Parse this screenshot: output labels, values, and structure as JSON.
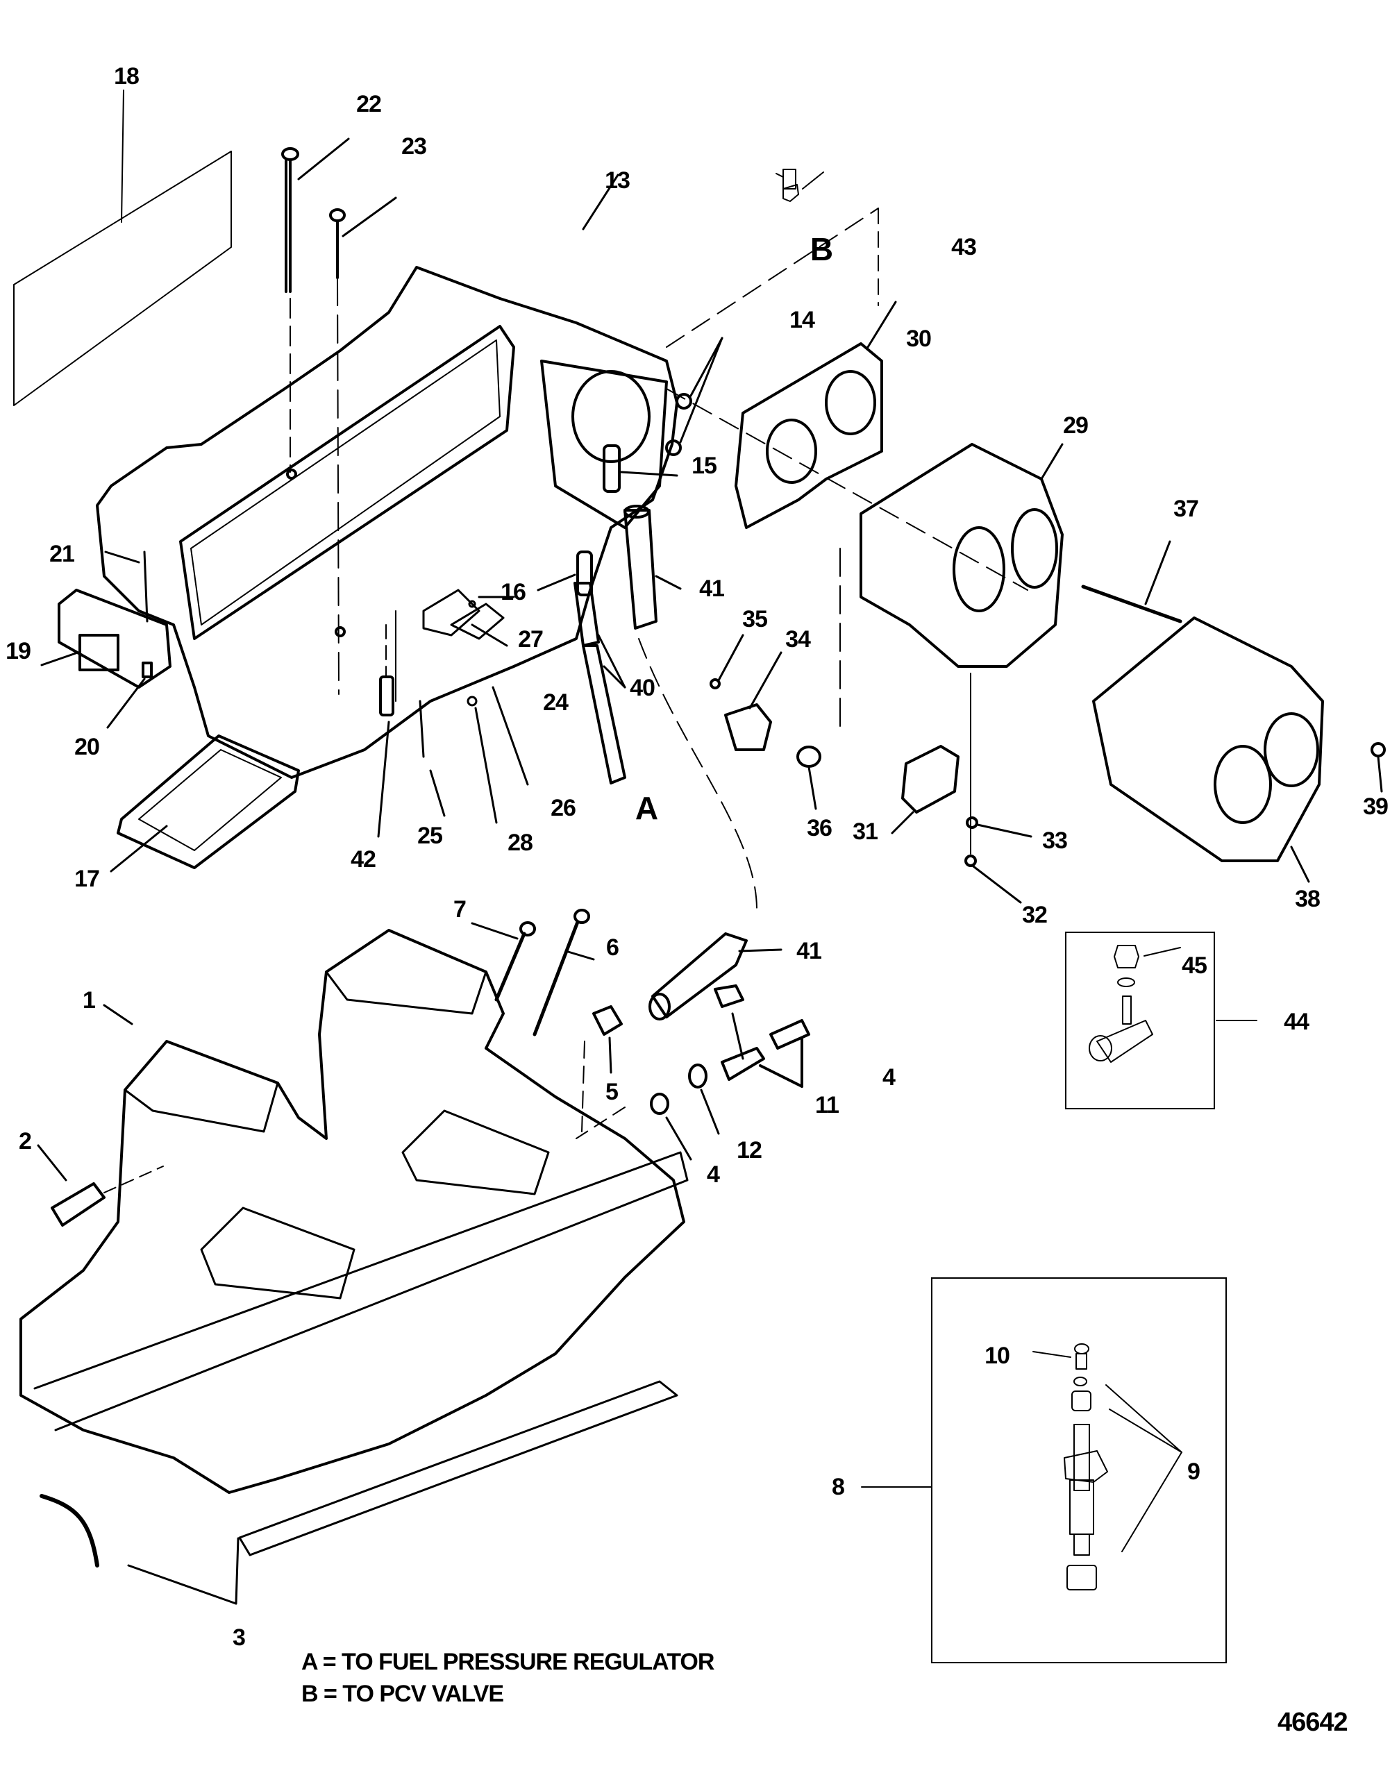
{
  "diagram": {
    "type": "exploded-parts-view",
    "subject": "Intake manifold / plenum, throttle body and fuel injector assembly",
    "figure_number": "46642",
    "callouts": [
      {
        "id": "c18",
        "label": "18",
        "part": "decal"
      },
      {
        "id": "c22",
        "label": "22",
        "part": "long-bolt"
      },
      {
        "id": "c23",
        "label": "23",
        "part": "stud-bolt"
      },
      {
        "id": "c13",
        "label": "13",
        "part": "plenum"
      },
      {
        "id": "c43",
        "label": "43",
        "part": "elbow-fitting"
      },
      {
        "id": "c14",
        "label": "14",
        "part": "plugs"
      },
      {
        "id": "c30",
        "label": "30",
        "part": "throttle-body-gasket"
      },
      {
        "id": "c29",
        "label": "29",
        "part": "throttle-body"
      },
      {
        "id": "c15",
        "label": "15",
        "part": "fitting"
      },
      {
        "id": "c37",
        "label": "37",
        "part": "stud"
      },
      {
        "id": "c21",
        "label": "21",
        "part": "screw"
      },
      {
        "id": "c16",
        "label": "16",
        "part": "fitting"
      },
      {
        "id": "c41a",
        "label": "41",
        "part": "hose"
      },
      {
        "id": "c27",
        "label": "27",
        "part": "screw"
      },
      {
        "id": "c35",
        "label": "35",
        "part": "screw"
      },
      {
        "id": "c34",
        "label": "34",
        "part": "idle-air-control-valve"
      },
      {
        "id": "c19",
        "label": "19",
        "part": "map-sensor"
      },
      {
        "id": "c24",
        "label": "24",
        "part": "bracket"
      },
      {
        "id": "c40",
        "label": "40",
        "part": "hoses"
      },
      {
        "id": "c20",
        "label": "20",
        "part": "spacer"
      },
      {
        "id": "c26",
        "label": "26",
        "part": "bracket"
      },
      {
        "id": "c25",
        "label": "25",
        "part": "bolt"
      },
      {
        "id": "c28",
        "label": "28",
        "part": "nut"
      },
      {
        "id": "c36",
        "label": "36",
        "part": "o-ring"
      },
      {
        "id": "c31",
        "label": "31",
        "part": "throttle-position-sensor"
      },
      {
        "id": "c33",
        "label": "33",
        "part": "washer"
      },
      {
        "id": "c38",
        "label": "38",
        "part": "flame-arrestor"
      },
      {
        "id": "c39",
        "label": "39",
        "part": "nut"
      },
      {
        "id": "c42",
        "label": "42",
        "part": "sensor"
      },
      {
        "id": "c17",
        "label": "17",
        "part": "plenum-gasket"
      },
      {
        "id": "c32",
        "label": "32",
        "part": "screw"
      },
      {
        "id": "c7",
        "label": "7",
        "part": "bolt"
      },
      {
        "id": "c6",
        "label": "6",
        "part": "stud"
      },
      {
        "id": "c41b",
        "label": "41",
        "part": "hose"
      },
      {
        "id": "c45",
        "label": "45",
        "part": "nut"
      },
      {
        "id": "c44",
        "label": "44",
        "part": "fitting-kit"
      },
      {
        "id": "c1",
        "label": "1",
        "part": "intake-manifold"
      },
      {
        "id": "c5",
        "label": "5",
        "part": "fitting"
      },
      {
        "id": "c4a",
        "label": "4",
        "part": "fitting"
      },
      {
        "id": "c11",
        "label": "11",
        "part": "hoses"
      },
      {
        "id": "c2",
        "label": "2",
        "part": "temperature-sender"
      },
      {
        "id": "c12",
        "label": "12",
        "part": "clamp"
      },
      {
        "id": "c4b",
        "label": "4",
        "part": "fitting"
      },
      {
        "id": "c10",
        "label": "10",
        "part": "filter"
      },
      {
        "id": "c9",
        "label": "9",
        "part": "o-rings"
      },
      {
        "id": "c8",
        "label": "8",
        "part": "fuel-injector"
      },
      {
        "id": "c3",
        "label": "3",
        "part": "manifold-gasket"
      }
    ],
    "connection_markers": [
      {
        "id": "A",
        "label": "A"
      },
      {
        "id": "B",
        "label": "B"
      }
    ],
    "legend": [
      {
        "key": "A",
        "text": "A = TO FUEL PRESSURE REGULATOR"
      },
      {
        "key": "B",
        "text": "B = TO PCV VALVE"
      }
    ],
    "colors": {
      "ink": "#000000",
      "paper": "#ffffff"
    }
  }
}
